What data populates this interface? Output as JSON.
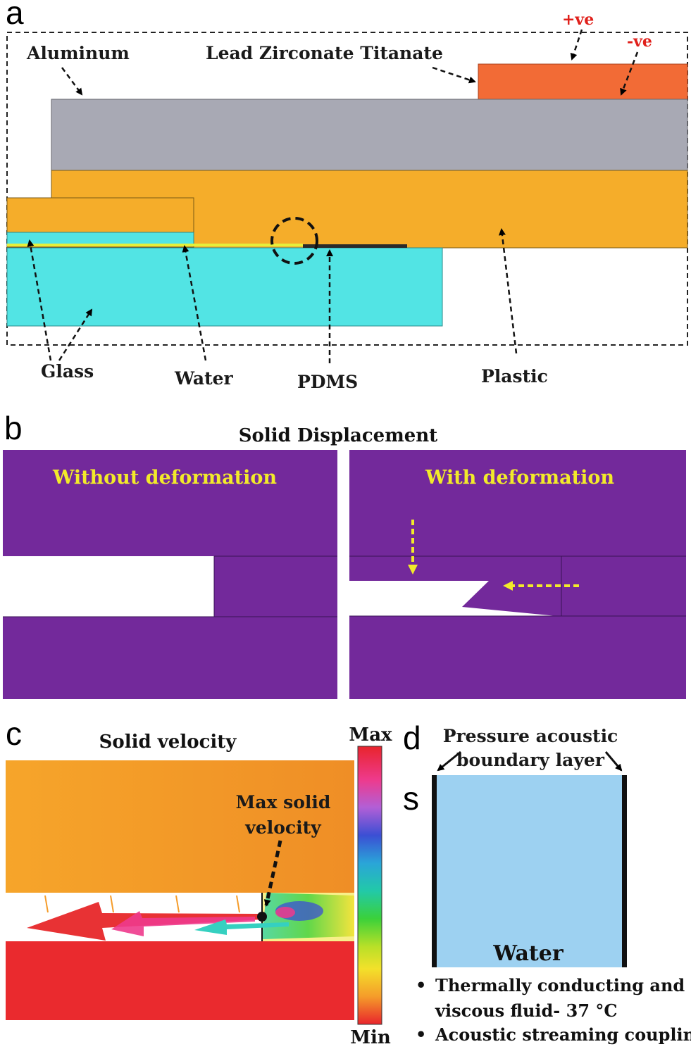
{
  "panels": {
    "a": {
      "label": "a",
      "labels": {
        "aluminum": "Aluminum",
        "pzt": "Lead Zirconate Titanate",
        "pos": "+ve",
        "neg": "-ve",
        "glass": "Glass",
        "water": "Water",
        "pdms": "PDMS",
        "plastic": "Plastic"
      }
    },
    "b": {
      "label": "b",
      "title": "Solid Displacement",
      "left_caption": "Without deformation",
      "right_caption": "With deformation"
    },
    "c": {
      "label": "c",
      "title": "Solid velocity",
      "max_label": "Max solid",
      "max_label2": "velocity",
      "scale_max": "Max",
      "scale_min": "Min"
    },
    "d": {
      "label": "d",
      "sub_label": "s",
      "bl_line1": "Pressure acoustic",
      "bl_line2": "boundary layer",
      "water": "Water",
      "bullets": [
        "Thermally conducting and",
        "viscous fluid- 37 °C",
        "Acoustic streaming coupling"
      ]
    }
  },
  "colors": {
    "aluminum": "#a8a9b4",
    "pzt": "#f26b36",
    "plastic": "#f5ad2a",
    "glass": "#52e4e4",
    "solid_purple": "#73299b",
    "water_fluid": "#9dd1f1",
    "annotation_yellow": "#f2ea2a",
    "accent_red": "#e0201b"
  }
}
